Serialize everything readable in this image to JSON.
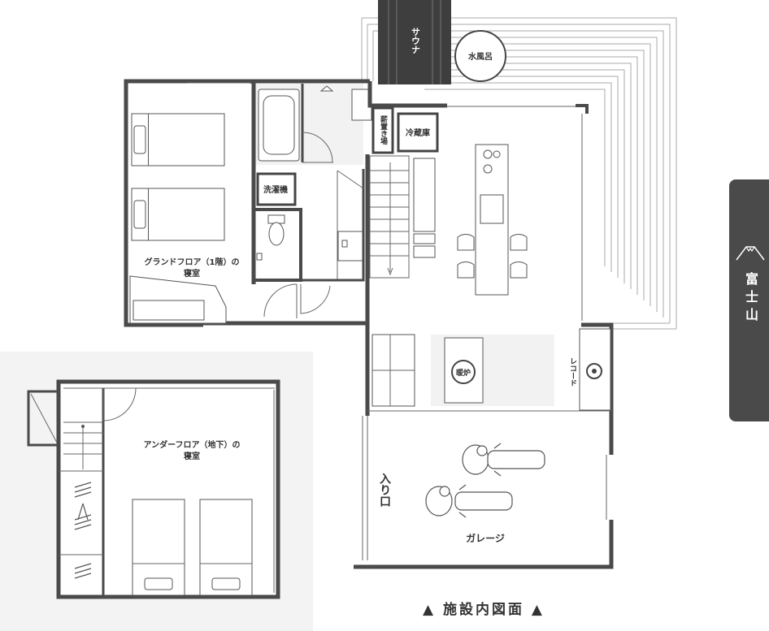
{
  "rooms": {
    "sauna": "サウナ",
    "cold_bath": "水風呂",
    "firewood": "薪置き場",
    "fridge": "冷蔵庫",
    "washer": "洗濯機",
    "ground_bedroom_line1": "グランドフロア（1階）の",
    "ground_bedroom_line2": "寝室",
    "under_bedroom_line1": "アンダーフロア（地下）の",
    "under_bedroom_line2": "寝室",
    "stove": "暖炉",
    "record": "レコード",
    "entrance": "入り口",
    "garage": "ガレージ"
  },
  "caption": "▲ 施設内図面 ▲",
  "side_tab": {
    "label": "富士山",
    "icon": "mount-fuji-icon"
  },
  "colors": {
    "wall": "#4a4a4a",
    "tab": "#4a4a4a",
    "basement_bg": "#f3f3f3"
  }
}
